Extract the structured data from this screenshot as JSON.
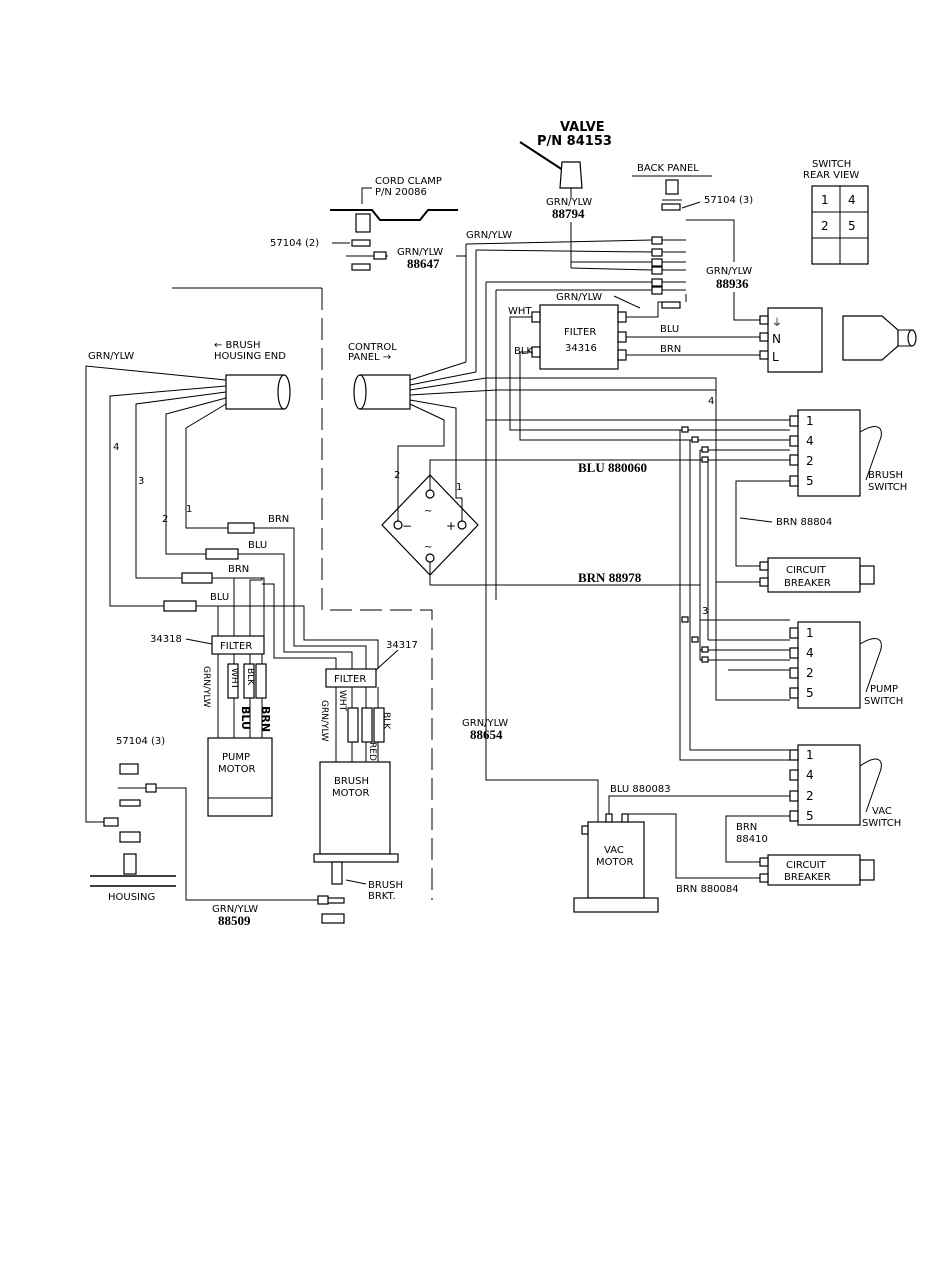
{
  "valve": {
    "title": "VALVE",
    "pn": "P/N 84153",
    "wire_color": "GRN/YLW",
    "wire_pn": "88794"
  },
  "back_panel": {
    "label": "BACK PANEL",
    "connector_ref": "57104 (3)",
    "wire_color": "GRN/YLW",
    "wire_pn": "88936"
  },
  "cord_clamp": {
    "label": "CORD CLAMP",
    "pn": "P/N 20086",
    "connector_ref": "57104 (2)",
    "wire_color": "GRN/YLW",
    "wire_pn": "88647",
    "top_wire": "GRN/YLW"
  },
  "switch_rear_view": {
    "title_line1": "SWITCH",
    "title_line2": "REAR VIEW",
    "cells": [
      "1",
      "4",
      "2",
      "5"
    ]
  },
  "filter_main": {
    "name": "FILTER",
    "pn": "34316",
    "wht": "WHT",
    "blk": "BLK",
    "grn_ylw": "GRN/YLW",
    "blu": "BLU",
    "brn": "BRN"
  },
  "plug": {
    "ground_symbol": "⏚",
    "n": "N",
    "l": "L"
  },
  "brush_housing": {
    "label_line1": "← BRUSH",
    "label_line2": "HOUSING END",
    "grn_ylw": "GRN/YLW",
    "pin4": "4",
    "pin3": "3",
    "pin2": "2",
    "pin1": "1"
  },
  "control_panel": {
    "label_line1": "CONTROL",
    "label_line2": "PANEL →",
    "pin2": "2",
    "pin1": "1"
  },
  "bridge": {
    "minus": "−",
    "plus": "+",
    "ac_top": "~",
    "ac_bottom": "~"
  },
  "wires": {
    "blu_880060": "BLU 880060",
    "brn_88978": "BRN 88978",
    "brn_88804": "BRN 88804",
    "brn": "BRN",
    "blu": "BLU",
    "brn2": "BRN",
    "blu2": "BLU",
    "bus4": "4",
    "bus3": "3"
  },
  "brush_switch": {
    "pins": [
      "1",
      "4",
      "2",
      "5"
    ],
    "label_line1": "BRUSH",
    "label_line2": "SWITCH"
  },
  "circuit_breaker_1": {
    "line1": "CIRCUIT",
    "line2": "BREAKER"
  },
  "pump_switch": {
    "pins": [
      "1",
      "4",
      "2",
      "5"
    ],
    "label_line1": "PUMP",
    "label_line2": "SWITCH"
  },
  "vac_switch": {
    "pins": [
      "1",
      "4",
      "2",
      "5"
    ],
    "label_line1": "VAC",
    "label_line2": "SWITCH"
  },
  "circuit_breaker_2": {
    "line1": "CIRCUIT",
    "line2": "BREAKER"
  },
  "filter_pump": {
    "ref": "34318",
    "name": "FILTER",
    "w1": "GRN/YLW",
    "w2": "WHT",
    "w3": "BLK",
    "w4": "BLU",
    "w5": "BRN"
  },
  "filter_brush": {
    "ref": "34317",
    "name": "FILTER",
    "w1": "GRN/YLW",
    "w2": "WHT",
    "w3": "RED",
    "w4": "BLK"
  },
  "pump_motor": {
    "line1": "PUMP",
    "line2": "MOTOR"
  },
  "brush_motor": {
    "line1": "BRUSH",
    "line2": "MOTOR",
    "brkt_line1": "BRUSH",
    "brkt_line2": "BRKT."
  },
  "housing": {
    "label": "HOUSING",
    "connector_ref": "57104 (3)",
    "wire_color": "GRN/YLW",
    "wire_pn": "88509"
  },
  "vac_motor": {
    "line1": "VAC",
    "line2": "MOTOR",
    "ground_color": "GRN/YLW",
    "ground_pn": "88654",
    "blu": "BLU 880083",
    "brn": "BRN 880084",
    "brn_88410_a": "BRN",
    "brn_88410_b": "88410"
  }
}
